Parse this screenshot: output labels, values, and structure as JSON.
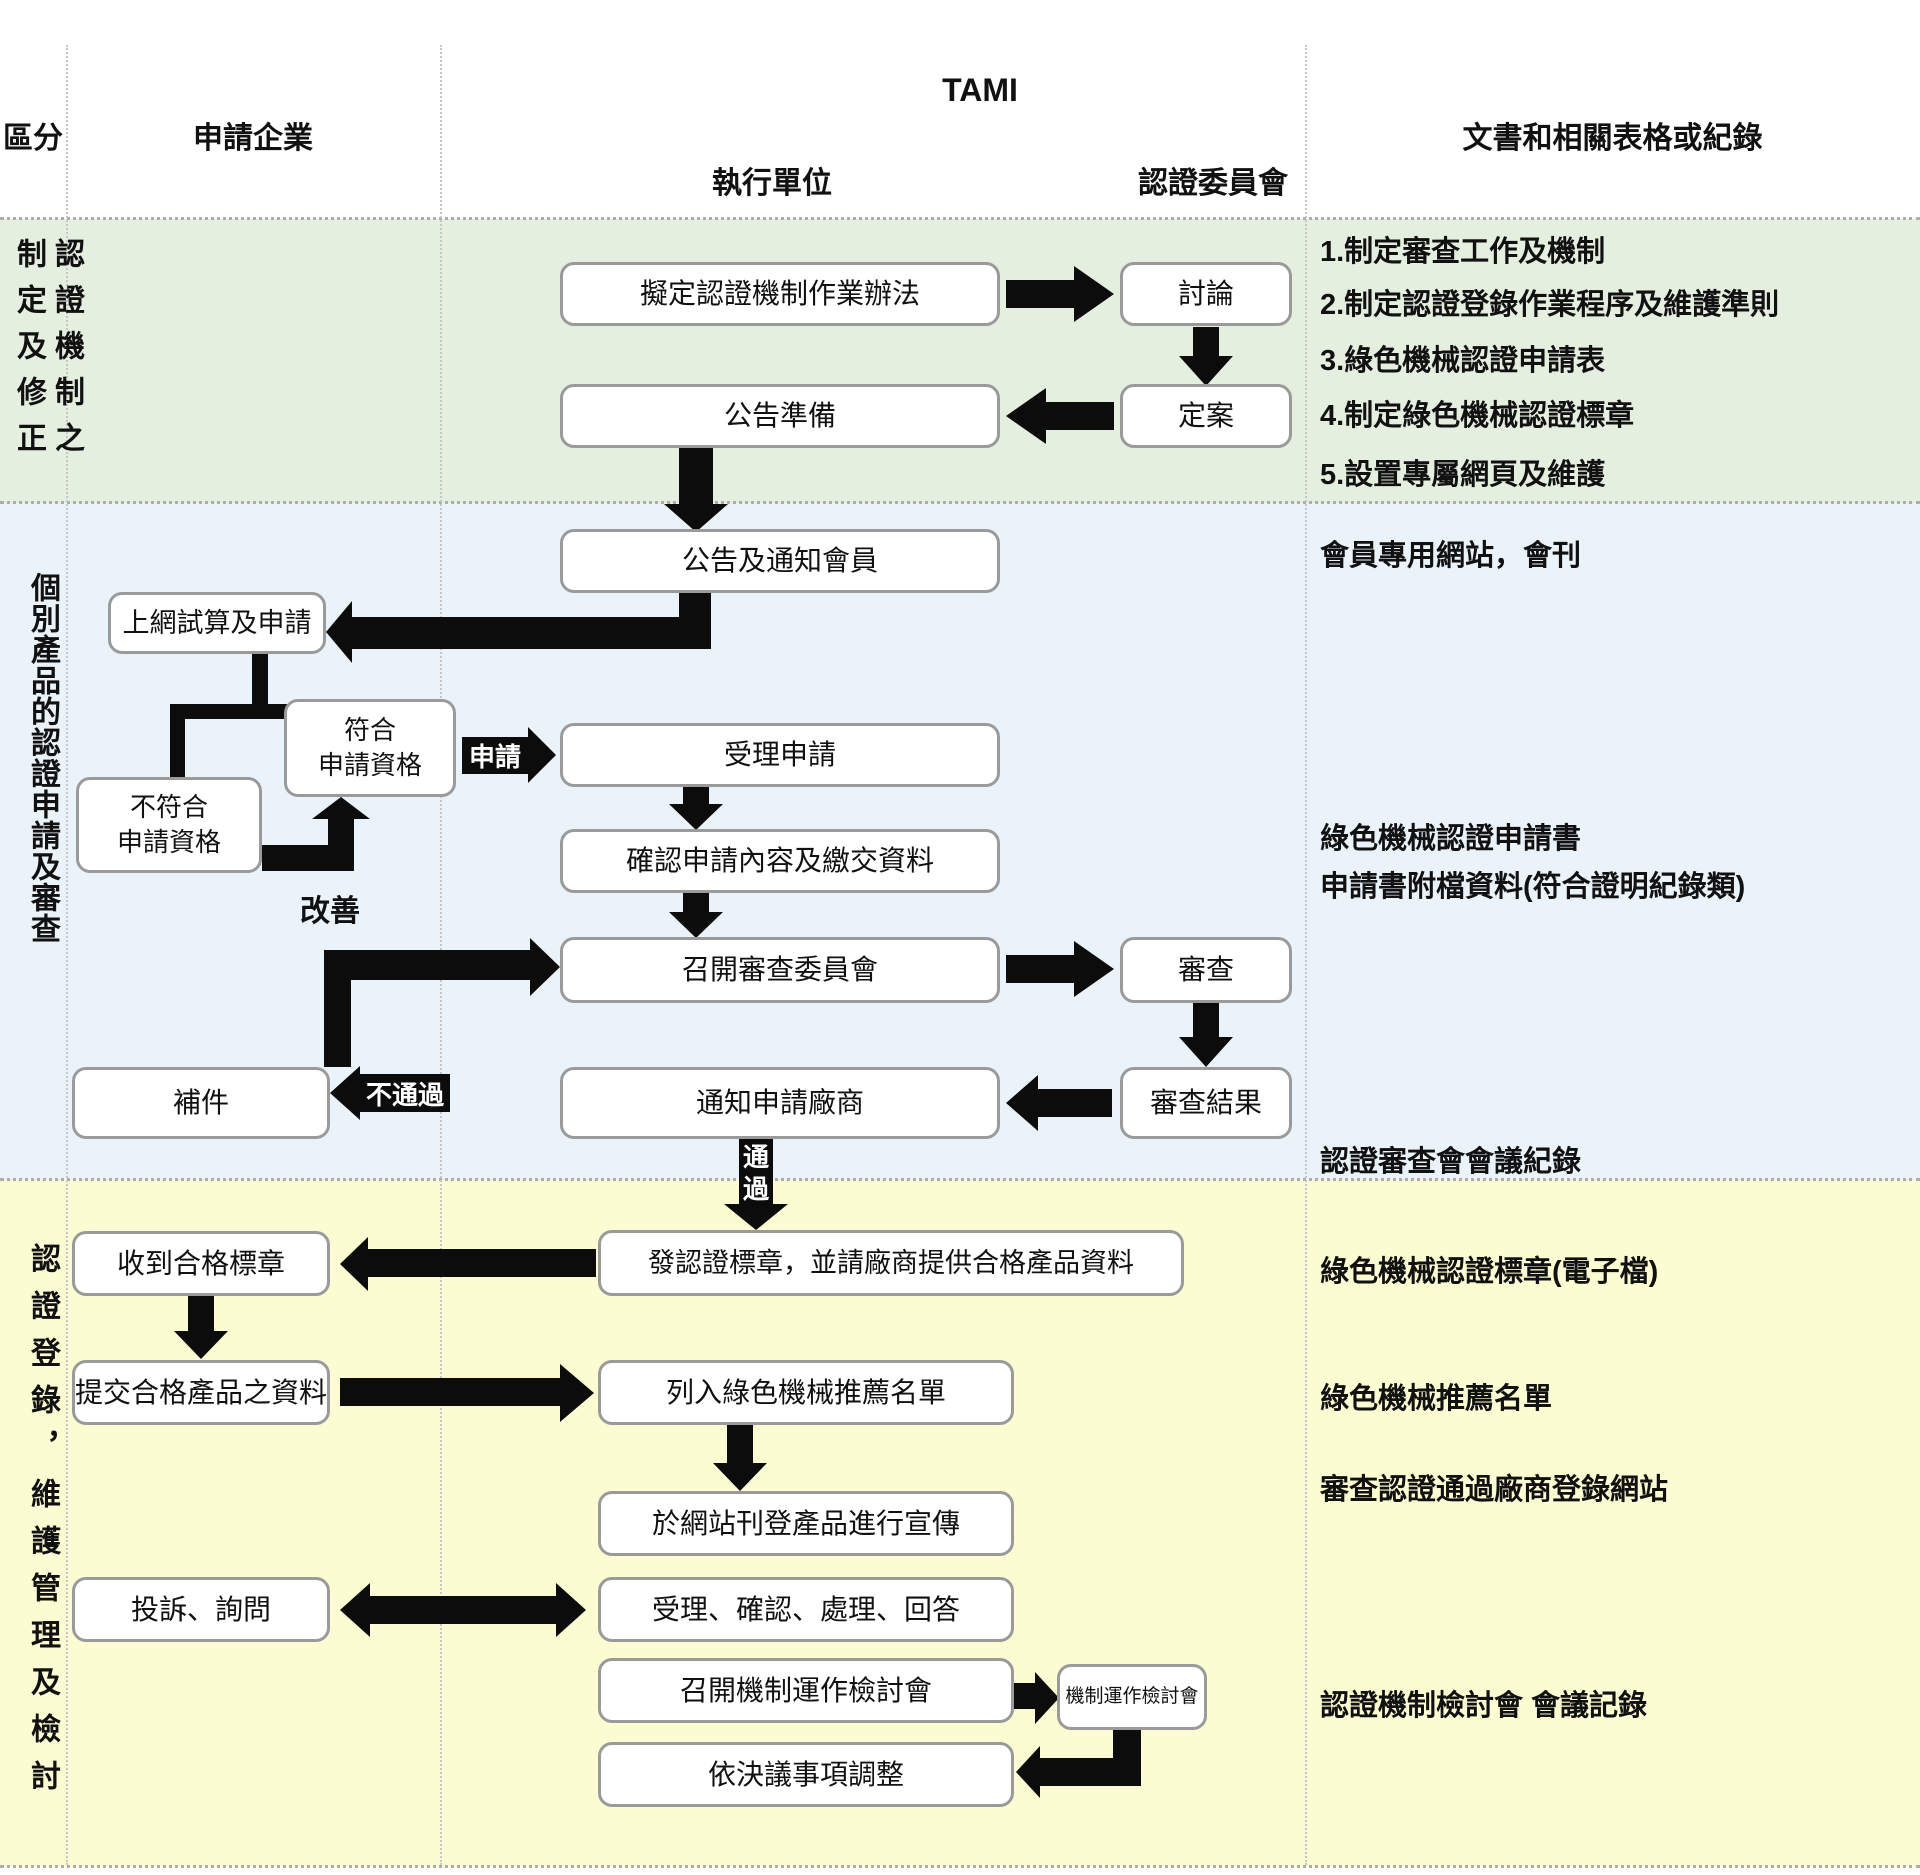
{
  "header": {
    "region": "區分",
    "applicant": "申請企業",
    "org": "TAMI",
    "exec_unit": "執行單位",
    "committee": "認證委員會",
    "docs": "文書和相關表格或紀錄"
  },
  "bands": {
    "mechanism": {
      "col_right": "認證機制之",
      "col_left": "制定及修正"
    },
    "product": {
      "label": "個別產品的認證申請及審查"
    },
    "registry": {
      "label": "認證登錄，維護管理及檢討"
    }
  },
  "nodes": {
    "draft_method": "擬定認證機制作業辦法",
    "discuss": "討論",
    "announce_prep": "公告準備",
    "finalize": "定案",
    "announce_notify": "公告及通知會員",
    "online_trial": "上網試算及申請",
    "qualified": "符合\n申請資格",
    "not_qualified": "不符合\n申請資格",
    "accept_app": "受理申請",
    "confirm_content": "確認申請內容及繳交資料",
    "convene_review": "召開審查委員會",
    "review": "審查",
    "supplement": "補件",
    "notify_applicant": "通知申請廠商",
    "review_result": "審查結果",
    "issue_mark": "發認證標章，並請廠商提供合格產品資料",
    "receive_mark": "收到合格標章",
    "submit_products": "提交合格產品之資料",
    "listed": "列入綠色機械推薦名單",
    "publicize": "於網站刊登產品進行宣傳",
    "complaints": "投訴、詢問",
    "handle": "受理、確認、處理、回答",
    "convene_mechanism": "召開機制運作檢討會",
    "mechanism_meeting": "機制運作檢討會",
    "adjust": "依決議事項調整"
  },
  "edge_labels": {
    "apply": "申請",
    "improve": "改善",
    "fail": "不通過",
    "pass": "通\n過"
  },
  "documents": {
    "mechanism": [
      "1.制定審查工作及機制",
      "2.制定認證登錄作業程序及維護準則",
      "3.綠色機械認證申請表",
      "4.制定綠色機械認證標章",
      "5.設置專屬網頁及維護"
    ],
    "product": [
      "會員專用網站，會刊",
      "綠色機械認證申請書",
      "申請書附檔資料(符合證明紀錄類)",
      "認證審查會會議紀錄"
    ],
    "registry": [
      "綠色機械認證標章(電子檔)",
      "綠色機械推薦名單",
      "審查認證通過廠商登錄網站",
      "認證機制檢討會 會議記錄"
    ]
  }
}
